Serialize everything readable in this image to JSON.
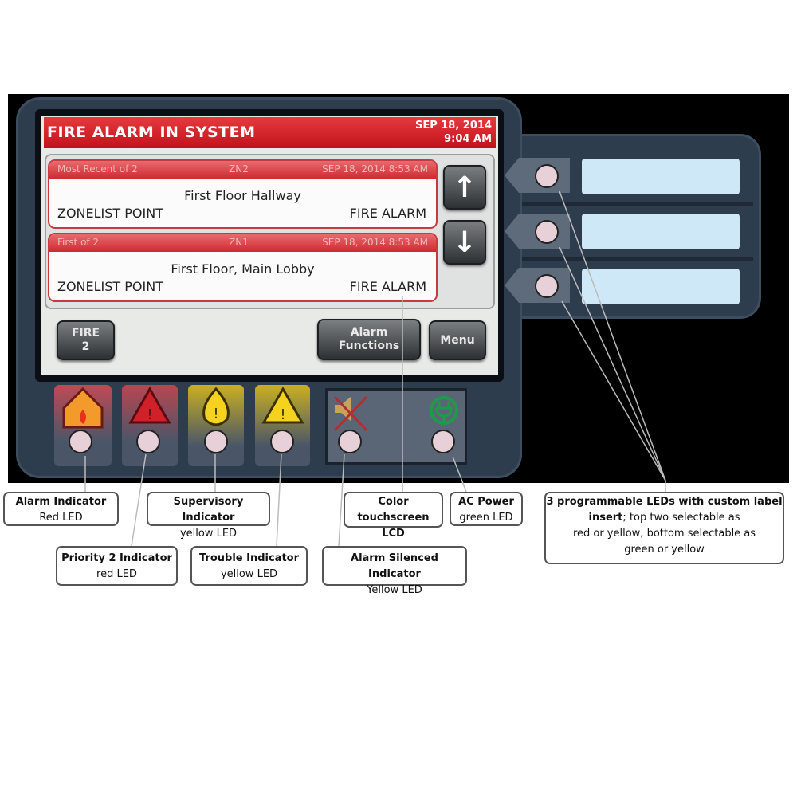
{
  "screen": {
    "header_title": "FIRE ALARM IN SYSTEM",
    "header_date": "SEP 18, 2014",
    "header_time": "9:04 AM",
    "events": [
      {
        "label": "Most Recent of 2",
        "zone": "ZN2",
        "timestamp": "SEP 18, 2014 8:53 AM",
        "location": "First Floor Hallway",
        "type": "ZONELIST POINT",
        "status": "FIRE ALARM"
      },
      {
        "label": "First of 2",
        "zone": "ZN1",
        "timestamp": "SEP 18, 2014 8:53 AM",
        "location": "First Floor, Main Lobby",
        "type": "ZONELIST POINT",
        "status": "FIRE ALARM"
      }
    ],
    "buttons": {
      "fire_line1": "FIRE",
      "fire_line2": "2",
      "alarm_functions_line1": "Alarm",
      "alarm_functions_line2": "Functions",
      "menu": "Menu",
      "up": "↑",
      "down": "↓"
    }
  },
  "colors": {
    "alarm_red": "#d0202a",
    "supervisory_yellow": "#e8c817",
    "power_green": "#1f9a4a",
    "label_blue": "#cfe8f7"
  },
  "callouts": {
    "alarm": {
      "title": "Alarm Indicator",
      "sub": "Red LED"
    },
    "priority2": {
      "title": "Priority 2 Indicator",
      "sub": "red LED"
    },
    "supervisory": {
      "title": "Supervisory Indicator",
      "sub": "yellow LED"
    },
    "trouble": {
      "title": "Trouble Indicator",
      "sub": "yellow LED"
    },
    "silenced": {
      "title": "Alarm Silenced Indicator",
      "sub": "Yellow LED"
    },
    "lcd": {
      "title_line1": "Color",
      "title_line2": "touchscreen LCD"
    },
    "ac": {
      "title": "AC Power",
      "sub": "green LED"
    },
    "programmable": {
      "title": "3 programmable LEDs with custom label",
      "bold2": "insert",
      "rest2": "; top two selectable as",
      "line3": "red or yellow, bottom selectable as",
      "line4": "green or yellow"
    }
  }
}
